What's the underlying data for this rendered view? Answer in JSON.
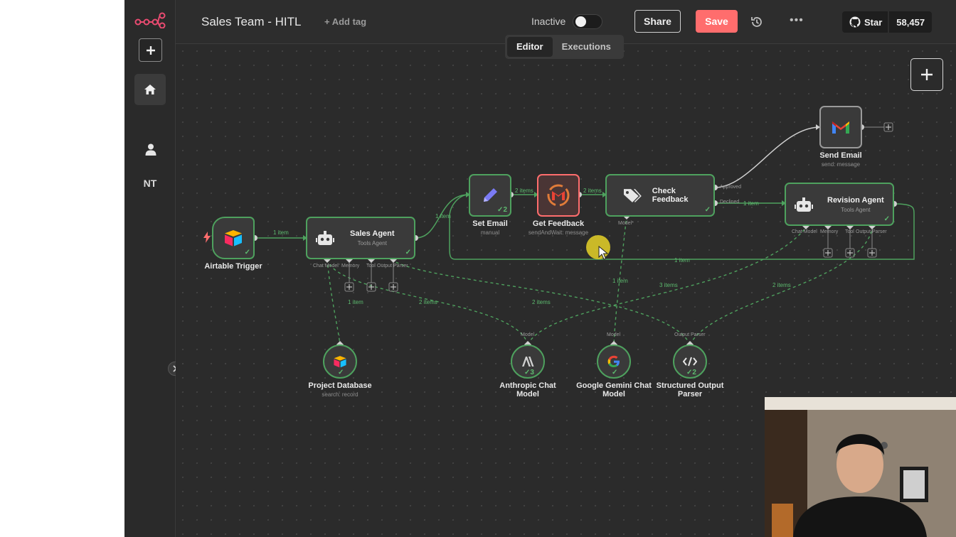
{
  "app": {
    "workflow_title": "Sales Team - HITL",
    "add_tag": "+ Add tag",
    "status_label": "Inactive",
    "share_label": "Share",
    "save_label": "Save",
    "star_label": "Star",
    "star_count": "58,457",
    "sidebar_initials": "NT"
  },
  "tabs": [
    {
      "label": "Editor",
      "active": true
    },
    {
      "label": "Executions",
      "active": false
    }
  ],
  "nodes": {
    "airtable_trigger": {
      "name": "Airtable Trigger"
    },
    "sales_agent": {
      "name": "Sales Agent",
      "sub": "Tools Agent"
    },
    "set_email": {
      "name": "Set Email",
      "sub": "manual"
    },
    "get_feedback": {
      "name": "Get Feedback",
      "sub": "sendAndWait: message"
    },
    "check_feedback": {
      "name": "Check Feedback"
    },
    "send_email": {
      "name": "Send Email",
      "sub": "send: message"
    },
    "revision_agent": {
      "name": "Revision Agent",
      "sub": "Tools Agent"
    },
    "project_database": {
      "name": "Project Database",
      "sub": "search: record"
    },
    "anthropic_model": {
      "name_line1": "Anthropic Chat",
      "name_line2": "Model"
    },
    "gemini_model": {
      "name_line1": "Google Gemini Chat",
      "name_line2": "Model"
    },
    "output_parser": {
      "name_line1": "Structured Output",
      "name_line2": "Parser"
    }
  },
  "wire_labels": {
    "trigger_to_agent": "1 item",
    "agent_to_email": "1 item",
    "email_to_feedback": "2 items",
    "feedback_to_check": "2 items",
    "declined": "1 item",
    "loop": "1 item",
    "db": "1 item",
    "anthropic_left": "2 items",
    "anthropic_right": "2 items",
    "gemini": "1 item",
    "anthropic_rev": "3 items",
    "parser_rev": "2 items"
  },
  "port_labels": {
    "approved": "Approved",
    "declined": "Declined",
    "sales_chat_model": "Chat Model",
    "sales_memory": "Memory",
    "sales_tool": "Tool",
    "sales_output_parser": "Output Parser",
    "check_model": "Model*",
    "rev_chat_model": "Chat Model",
    "rev_memory": "Memory",
    "rev_tool": "Tool",
    "rev_output_parser": "Output Parser",
    "anthropic_model": "Model",
    "gemini_model": "Model",
    "parser_out": "Output Parser"
  },
  "badges": {
    "set_email_count": "2",
    "anthropic_count": "3",
    "parser_count": "2"
  },
  "colors": {
    "accent_red": "#ff6d6d",
    "success_green": "#4ea15e",
    "canvas_bg": "#2b2b2b"
  }
}
